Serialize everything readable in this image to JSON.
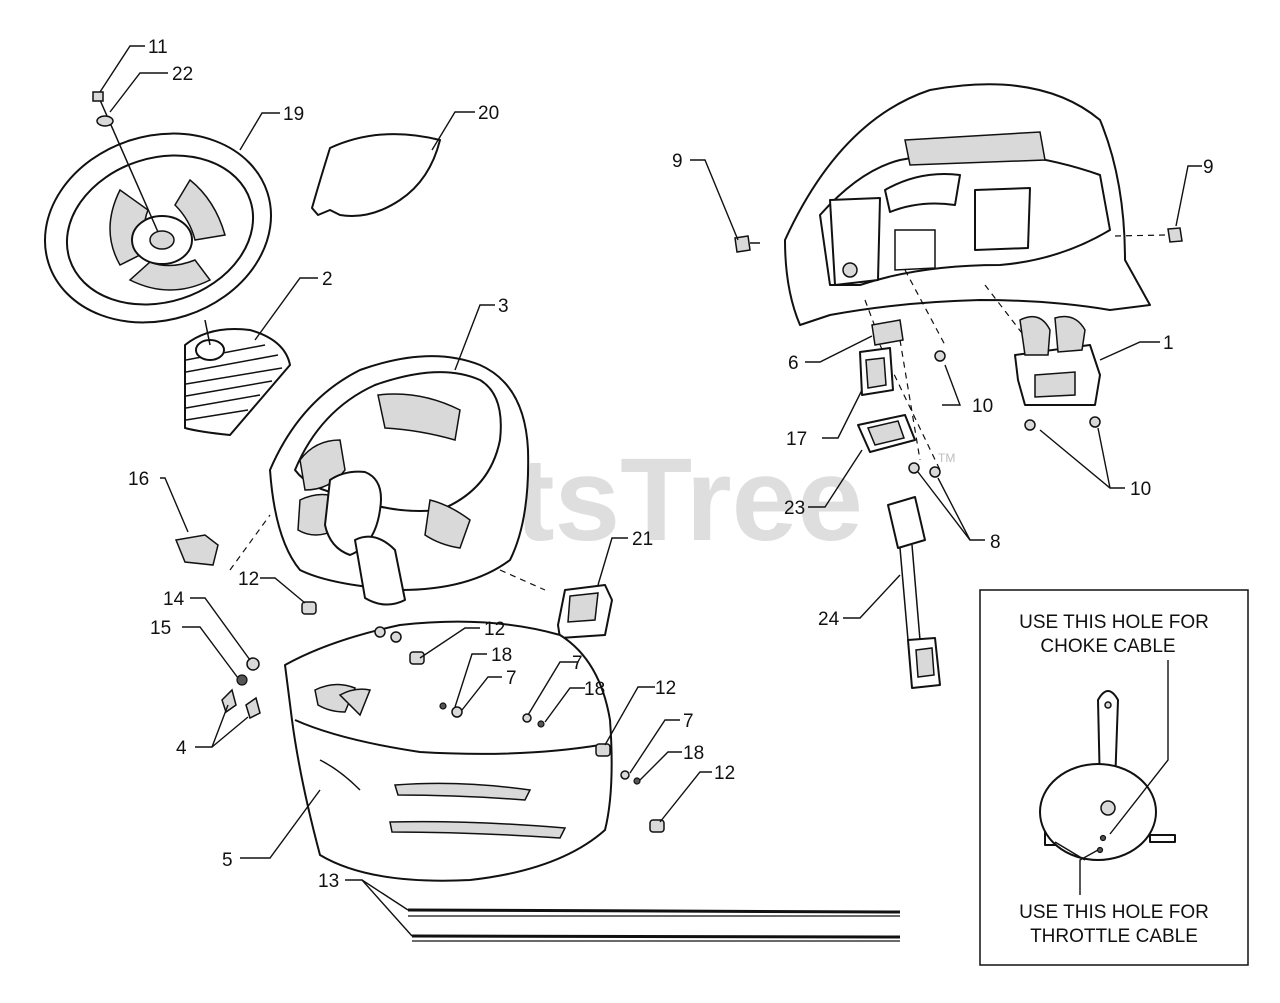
{
  "watermark": {
    "text": "PartsTree",
    "trademark": "TM"
  },
  "callouts": {
    "c1": "1",
    "c2": "2",
    "c3": "3",
    "c4": "4",
    "c5": "5",
    "c6": "6",
    "c7a": "7",
    "c7b": "7",
    "c7c": "7",
    "c8": "8",
    "c9a": "9",
    "c9b": "9",
    "c10a": "10",
    "c10b": "10",
    "c11": "11",
    "c12a": "12",
    "c12b": "12",
    "c12c": "12",
    "c12d": "12",
    "c13": "13",
    "c14": "14",
    "c15": "15",
    "c16": "16",
    "c17": "17",
    "c18a": "18",
    "c18b": "18",
    "c18c": "18",
    "c19": "19",
    "c20": "20",
    "c21": "21",
    "c22": "22",
    "c23": "23",
    "c24": "24"
  },
  "inset": {
    "top_line1": "USE THIS HOLE FOR",
    "top_line2": "CHOKE CABLE",
    "bottom_line1": "USE THIS HOLE FOR",
    "bottom_line2": "THROTTLE CABLE"
  }
}
